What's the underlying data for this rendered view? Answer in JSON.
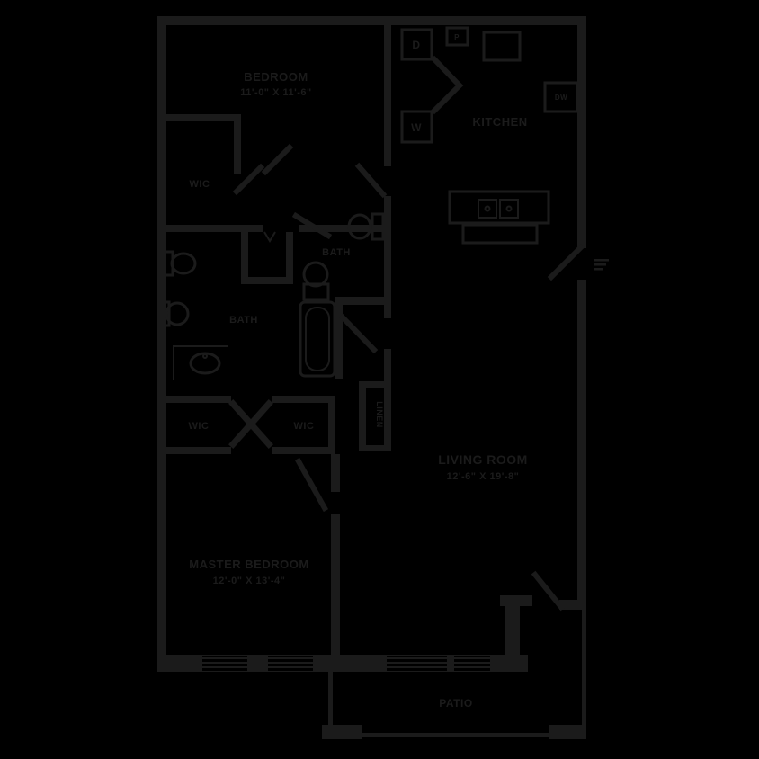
{
  "colors": {
    "background": "#000000",
    "ink": "#1b1b1b"
  },
  "labels": {
    "bedroom": {
      "name": "BEDROOM",
      "dims": "11'-0\" X 11'-6\""
    },
    "kitchen": {
      "name": "KITCHEN"
    },
    "bedroom_wic": {
      "name": "WIC"
    },
    "bath_upper": {
      "name": "BATH"
    },
    "bath_lower": {
      "name": "BATH"
    },
    "linen": {
      "name": "LINEN"
    },
    "wic_left": {
      "name": "WIC"
    },
    "wic_right": {
      "name": "WIC"
    },
    "living": {
      "name": "LIVING ROOM",
      "dims": "12'-6\" X 19'-8\""
    },
    "master": {
      "name": "MASTER BEDROOM",
      "dims": "12'-0\" X 13'-4\""
    },
    "patio": {
      "name": "PATIO"
    },
    "appliances": {
      "dryer": "D",
      "washer": "W",
      "dishwasher": "DW",
      "pantry": "P"
    }
  }
}
